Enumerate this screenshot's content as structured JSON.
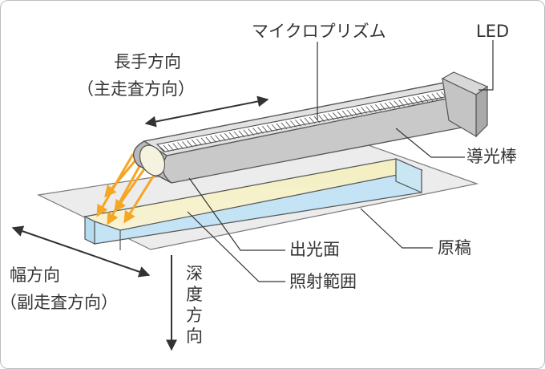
{
  "labels": {
    "microprism": "マイクロプリズム",
    "led": "LED",
    "longitudinal_line1": "長手方向",
    "longitudinal_line2": "（主走査方向）",
    "light_guide": "導光棒",
    "exit_face": "出光面",
    "document": "原稿",
    "irradiation_area": "照射範囲",
    "width_line1": "幅方向",
    "width_line2": "（副走査方向）",
    "depth_chars": [
      "深",
      "度",
      "方",
      "向"
    ]
  },
  "colors": {
    "text": "#333333",
    "leader_line": "#333333",
    "rod_body": "#c9c9c9",
    "rod_edge": "#555555",
    "document_sheet": "#ececec",
    "beam_yellow": "#f2eebf",
    "beam_blue": "#c4e3f4",
    "light_rays": "#f5a623"
  }
}
